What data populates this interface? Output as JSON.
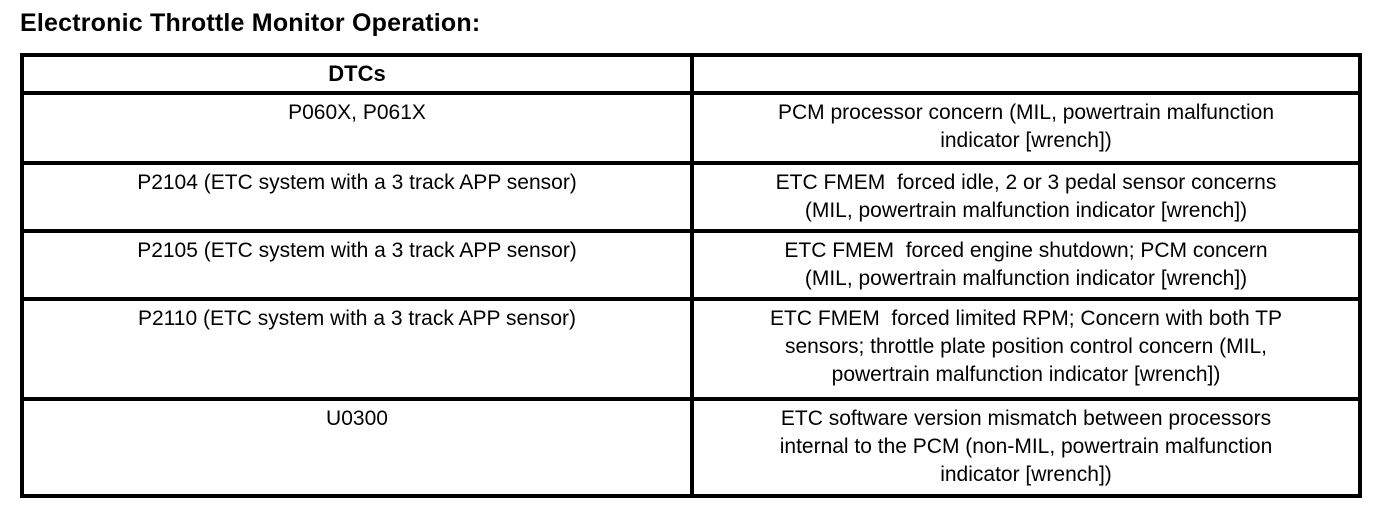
{
  "page": {
    "title": "Electronic Throttle Monitor Operation:"
  },
  "colors": {
    "text": "#000000",
    "border": "#000000",
    "background": "#ffffff"
  },
  "table": {
    "header": {
      "dtcs": "DTCs",
      "description": ""
    },
    "rows": [
      {
        "dtc": "P060X, P061X",
        "description": "PCM processor concern (MIL, powertrain malfunction\nindicator [wrench])"
      },
      {
        "dtc": "P2104 (ETC system with a 3 track APP sensor)",
        "description": "ETC FMEM  forced idle, 2 or 3 pedal sensor concerns\n(MIL, powertrain malfunction indicator [wrench])"
      },
      {
        "dtc": "P2105 (ETC system with a 3 track APP sensor)",
        "description": "ETC FMEM  forced engine shutdown; PCM concern\n(MIL, powertrain malfunction indicator [wrench])"
      },
      {
        "dtc": "P2110 (ETC system with a 3 track APP sensor)",
        "description": "ETC FMEM  forced limited RPM; Concern with both TP\nsensors; throttle plate position control concern (MIL,\npowertrain malfunction indicator [wrench])"
      },
      {
        "dtc": "U0300",
        "description": "ETC software version mismatch between processors\ninternal to the PCM (non-MIL, powertrain malfunction\nindicator [wrench])"
      }
    ]
  }
}
